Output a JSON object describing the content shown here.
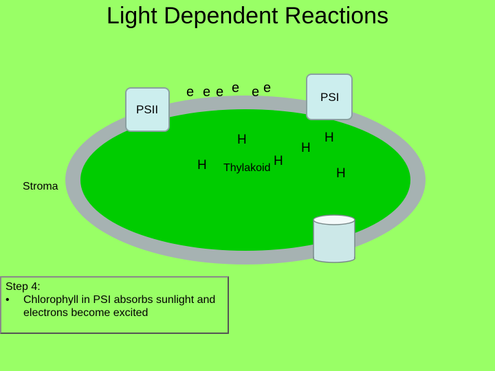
{
  "title": "Light Dependent Reactions",
  "labels": {
    "psii": "PSII",
    "psi": "PSI",
    "stroma": "Stroma",
    "thylakoid": "Thylakoid"
  },
  "electrons": [
    "e",
    "e",
    "e",
    "e",
    "e",
    "e"
  ],
  "hydrogen": [
    "H",
    "H",
    "H",
    "H",
    "H",
    "H"
  ],
  "step": {
    "heading": "Step 4:",
    "bullet": "•",
    "text": "Chlorophyll in PSI absorbs sunlight and electrons become excited"
  },
  "colors": {
    "background": "#99FF66",
    "membrane": "#A6B2B2",
    "thylakoid_lumen": "#00CC00",
    "photosystem": "#CCEEEE",
    "synthase": "#CCE8E8"
  }
}
